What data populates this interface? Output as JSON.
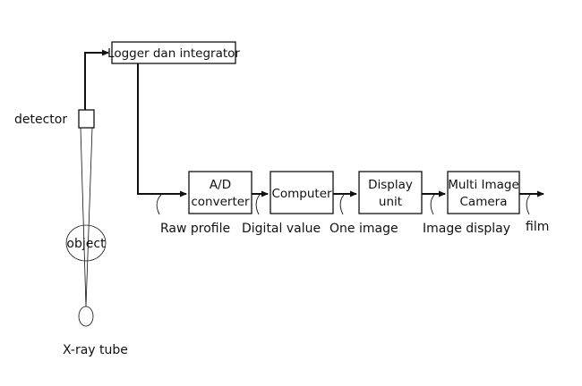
{
  "diagram": {
    "boxes": {
      "logger": "Logger dan integrator",
      "ad_line1": "A/D",
      "ad_line2": "converter",
      "computer": "Computer",
      "display_line1": "Display",
      "display_line2": "unit",
      "camera_line1": "Multi Image",
      "camera_line2": "Camera"
    },
    "labels": {
      "detector": "detector",
      "object": "object",
      "xray_tube": "X-ray tube",
      "raw_profile": "Raw profile",
      "digital_value": "Digital value",
      "one_image": "One image",
      "image_display": "Image display",
      "film": "film"
    }
  }
}
